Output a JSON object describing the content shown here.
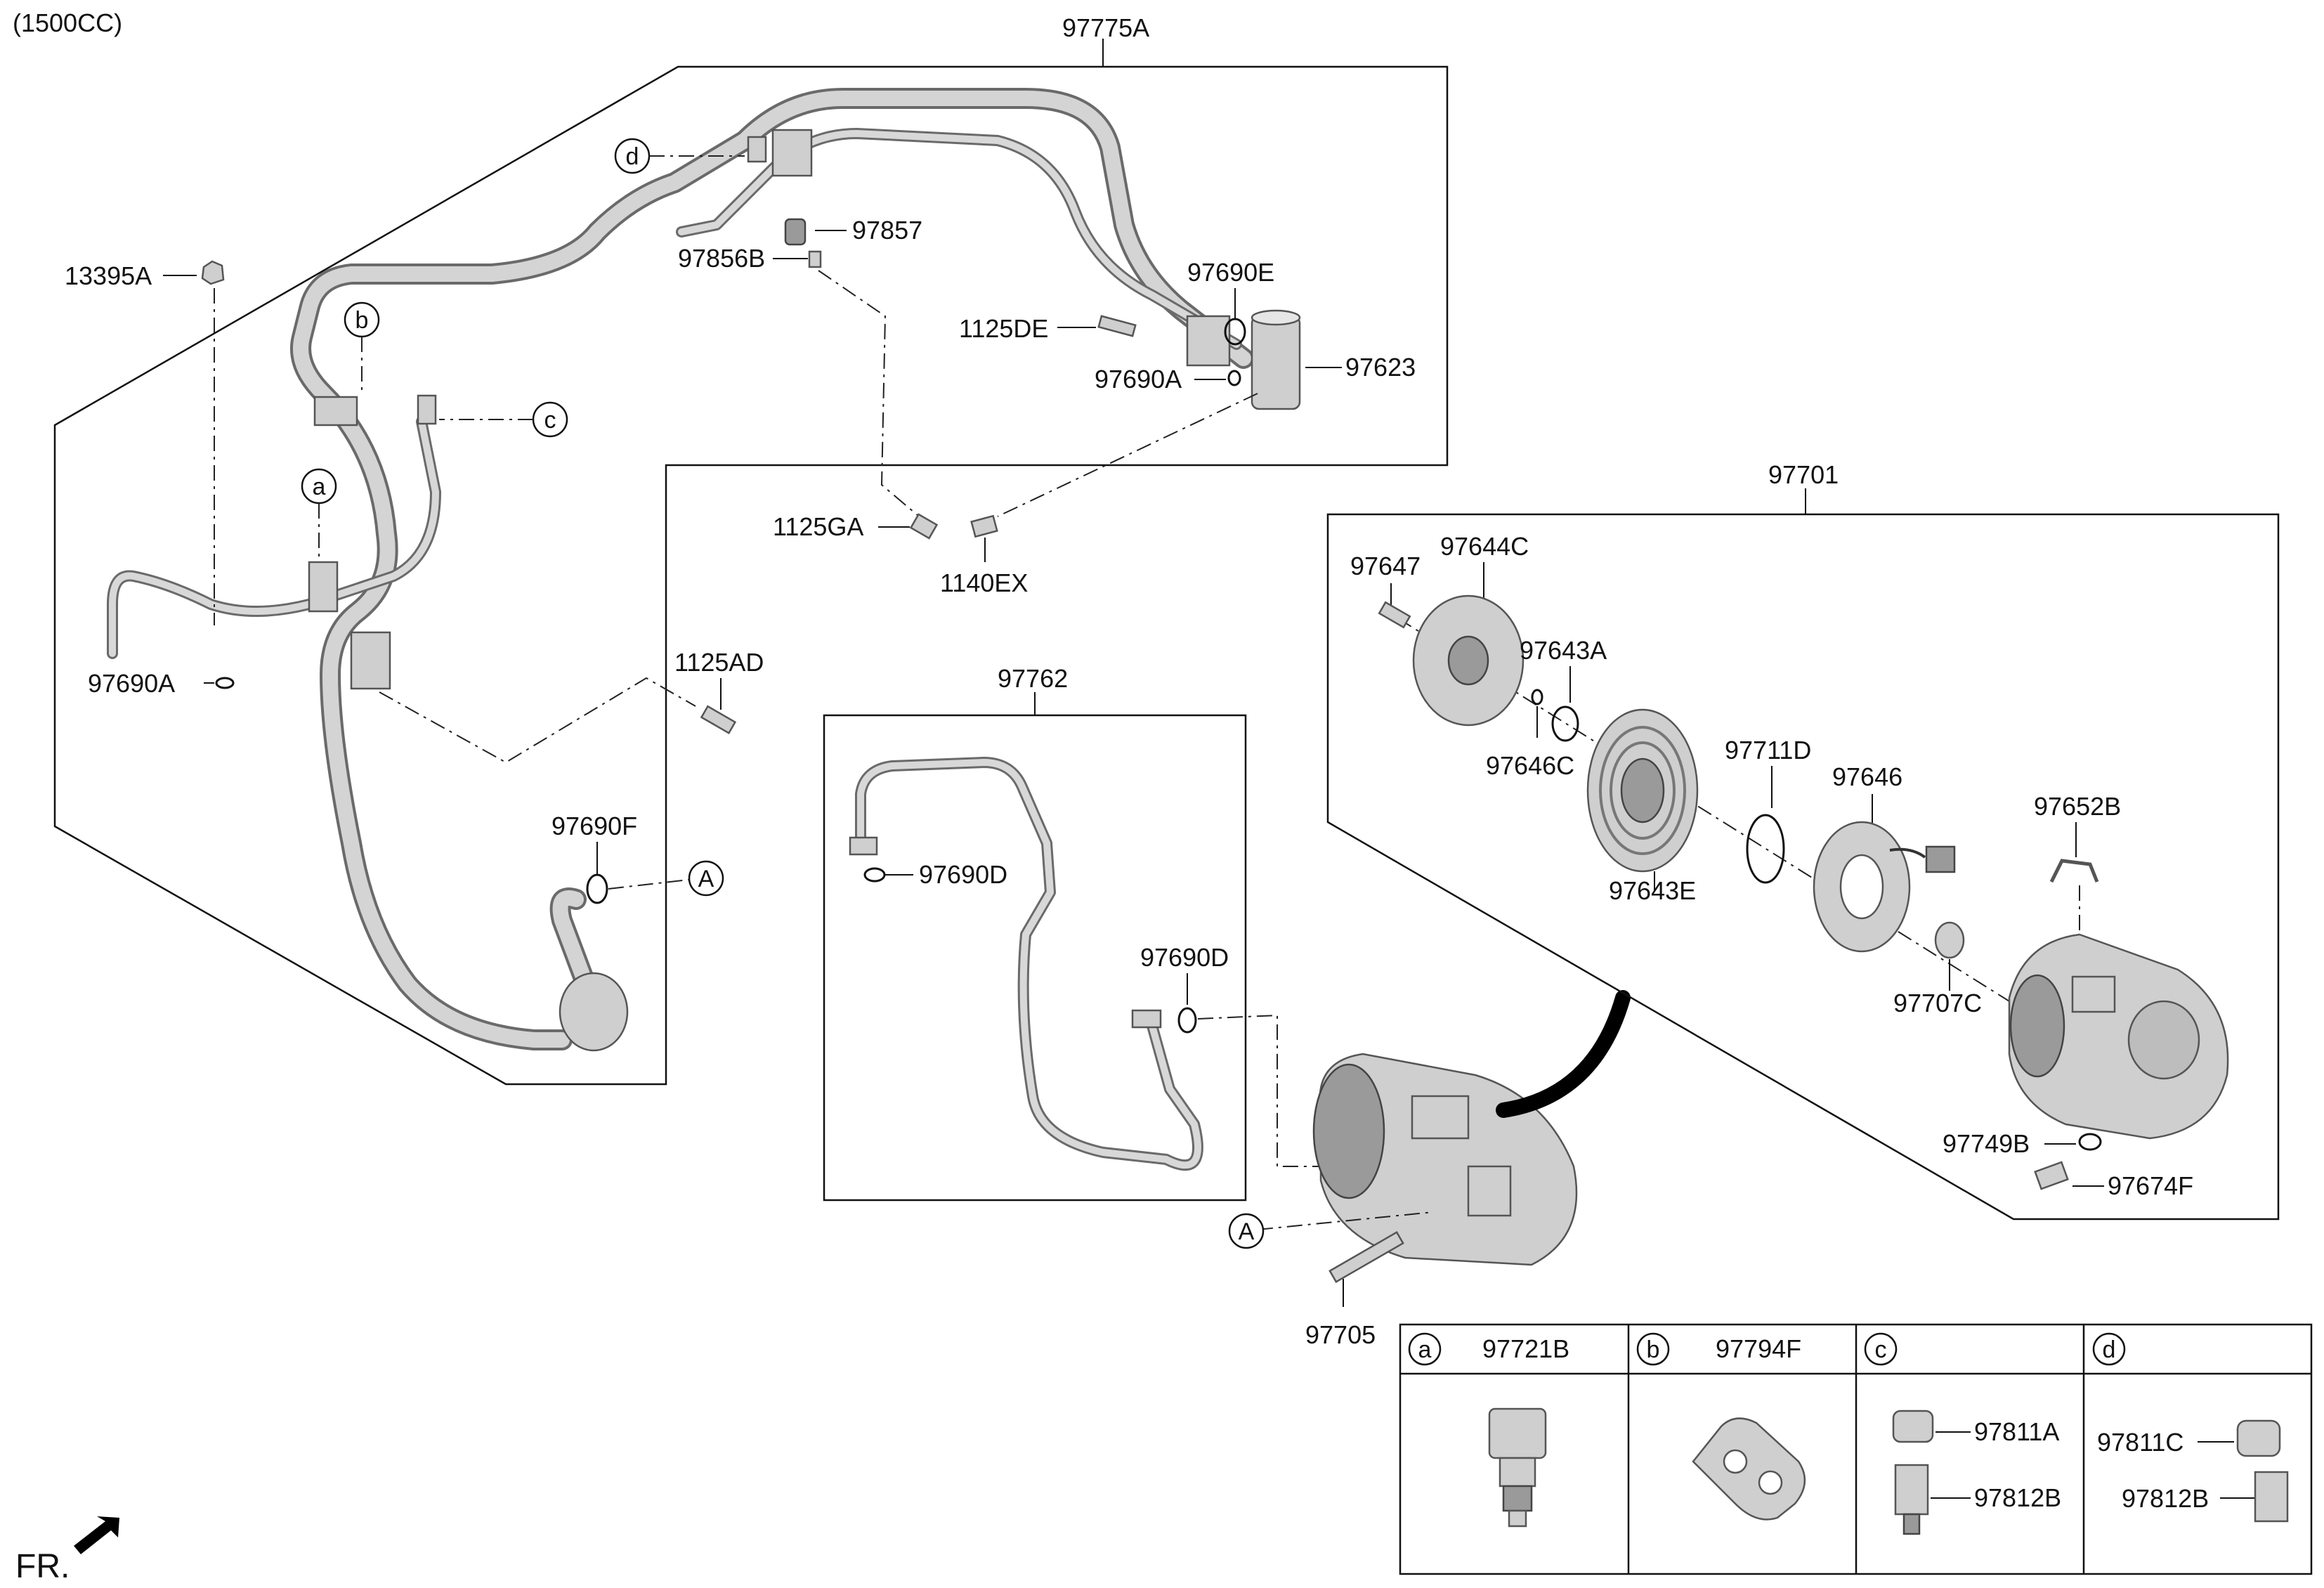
{
  "variant": "(1500CC)",
  "assembly_labels": {
    "main_hose": "97775A",
    "suction_tube": "97762",
    "compressor": "97701"
  },
  "part_labels": {
    "p13395A": "13395A",
    "p97690A_left": "97690A",
    "p1125AD": "1125AD",
    "p97690F": "97690F",
    "p97857": "97857",
    "p97856B": "97856B",
    "p97690E": "97690E",
    "p1125DE": "1125DE",
    "p97690A_right": "97690A",
    "p97623": "97623",
    "p1125GA": "1125GA",
    "p1140EX": "1140EX",
    "p97690D_a": "97690D",
    "p97690D_b": "97690D",
    "p97705": "97705",
    "p97647": "97647",
    "p97644C": "97644C",
    "p97643A": "97643A",
    "p97646C": "97646C",
    "p97643E": "97643E",
    "p97711D": "97711D",
    "p97646": "97646",
    "p97652B": "97652B",
    "p97707C": "97707C",
    "p97749B": "97749B",
    "p97674F": "97674F"
  },
  "callouts": {
    "a": "a",
    "b": "b",
    "c": "c",
    "d": "d",
    "A1": "A",
    "A2": "A"
  },
  "legend_table": [
    {
      "key": "a",
      "part": "97721B"
    },
    {
      "key": "b",
      "part": "97794F"
    },
    {
      "key": "c",
      "parts": [
        "97811A",
        "97812B"
      ]
    },
    {
      "key": "d",
      "parts": [
        "97811C",
        "97812B"
      ]
    }
  ],
  "direction_label": "FR."
}
